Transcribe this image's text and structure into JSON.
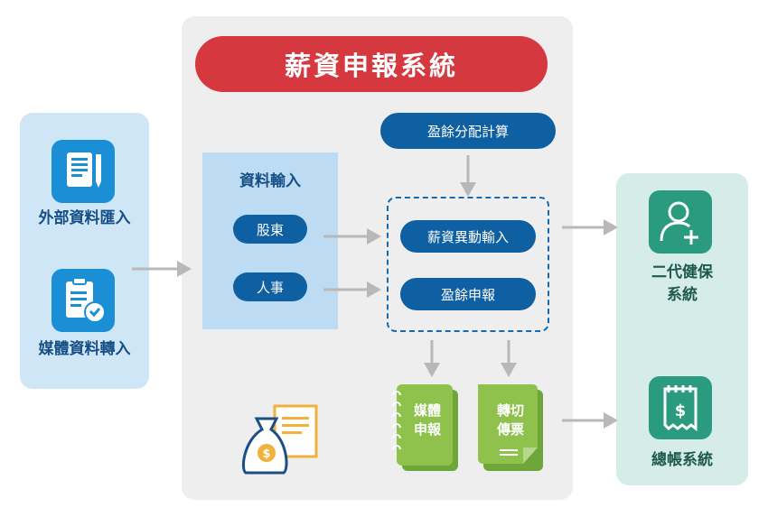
{
  "title": "薪資申報系統",
  "left": {
    "external_import": "外部資料匯入",
    "media_import": "媒體資料轉入"
  },
  "center": {
    "data_input_title": "資料輸入",
    "shareholder": "股東",
    "personnel": "人事",
    "surplus_calc": "盈餘分配計算",
    "salary_change_input": "薪資異動輸入",
    "surplus_report": "盈餘申報",
    "media_report": [
      "媒體",
      "申報"
    ],
    "transfer_voucher": [
      "轉切",
      "傳票"
    ]
  },
  "right": {
    "nhi_system": [
      "二代健保",
      "系統"
    ],
    "ledger_system": "總帳系統"
  },
  "colors": {
    "title_red": "#d5393f",
    "pill_blue": "#0f5fa3",
    "tile_blue": "#1a8fd6",
    "tile_teal": "#2b9b7f",
    "doc_green": "#8fc14d",
    "arrow_gray": "#b8b8b8"
  },
  "icons": {
    "external_import": "document-pencil-icon",
    "media_import": "clipboard-check-icon",
    "nhi": "person-plus-icon",
    "ledger": "receipt-dollar-icon",
    "money": "money-bag-icon"
  }
}
